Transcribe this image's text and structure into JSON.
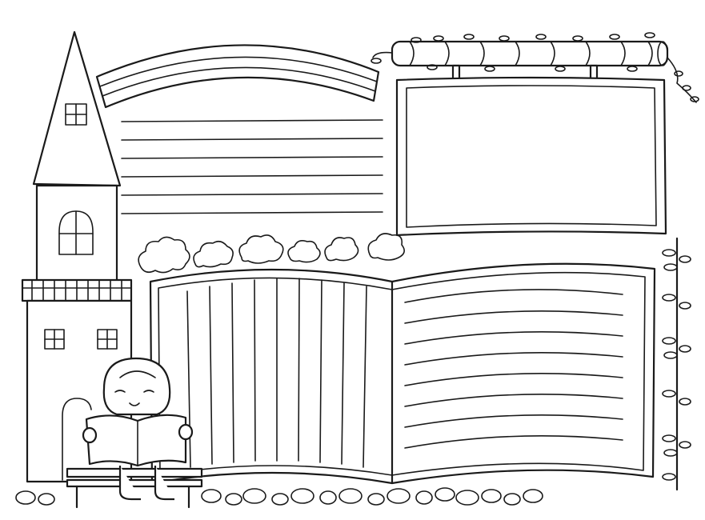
{
  "palette": {
    "ink": "#1a1a1a",
    "paper": "#ffffff"
  },
  "elements": [
    "castle-tower",
    "rainbow-arch",
    "lined-writing-area",
    "hanging-sign-board",
    "vine-log",
    "cloud-row",
    "open-book",
    "girl-reading-on-bench",
    "pebble-border",
    "climbing-vine"
  ]
}
